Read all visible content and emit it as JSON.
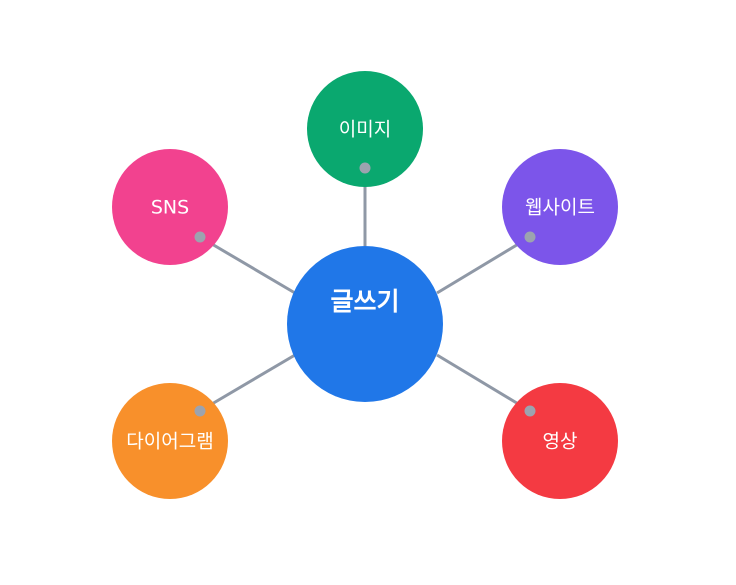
{
  "colors": {
    "background": "#ffffff",
    "connector": "#8f98a6",
    "connector_dot": "#9ca3af"
  },
  "center": {
    "label": "글쓰기",
    "color": "#2077e8"
  },
  "nodes": [
    {
      "id": "image",
      "label": "이미지",
      "color": "#0aa86f"
    },
    {
      "id": "website",
      "label": "웹사이트",
      "color": "#7c55ea"
    },
    {
      "id": "video",
      "label": "영상",
      "color": "#f43a42"
    },
    {
      "id": "diagram",
      "label": "다이어그램",
      "color": "#f8902b"
    },
    {
      "id": "sns",
      "label": "SNS",
      "color": "#f2428f"
    }
  ]
}
